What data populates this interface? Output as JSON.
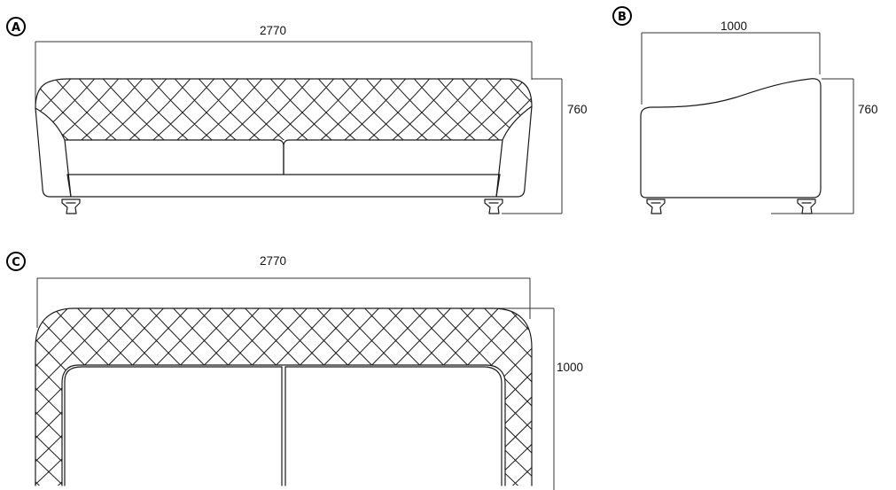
{
  "views": {
    "a": {
      "badge": "A",
      "width_label": "2770",
      "height_label": "760"
    },
    "b": {
      "badge": "B",
      "depth_label": "1000",
      "height_label": "760"
    },
    "c": {
      "badge": "C",
      "width_label": "2770",
      "depth_label": "1000"
    }
  },
  "colors": {
    "line": "#1a1a1a",
    "background": "#ffffff"
  }
}
